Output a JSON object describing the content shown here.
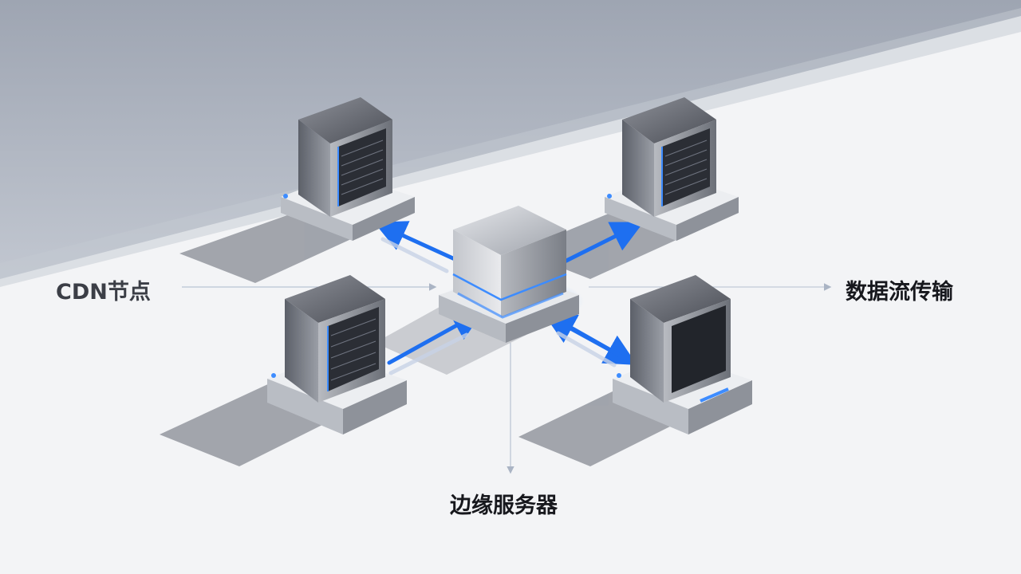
{
  "labels": {
    "cdn_nodes": "CDN节点",
    "data_flow": "数据流传输",
    "edge_server": "边缘服务器"
  },
  "colors": {
    "background": "#f3f4f6",
    "shadow_band": "#99a1b0",
    "arrow_blue": "#1e6ff0",
    "led_blue": "#3d8cff",
    "metal_light": "#c9ccd2",
    "metal_dark": "#3a3d44"
  },
  "nodes": [
    {
      "name": "cdn-node-top-left",
      "type": "tower"
    },
    {
      "name": "cdn-node-top-right",
      "type": "tower"
    },
    {
      "name": "cdn-node-bottom-left",
      "type": "tower"
    },
    {
      "name": "cdn-node-bottom-right",
      "type": "tower-dark"
    },
    {
      "name": "edge-server-hub",
      "type": "cube"
    }
  ]
}
